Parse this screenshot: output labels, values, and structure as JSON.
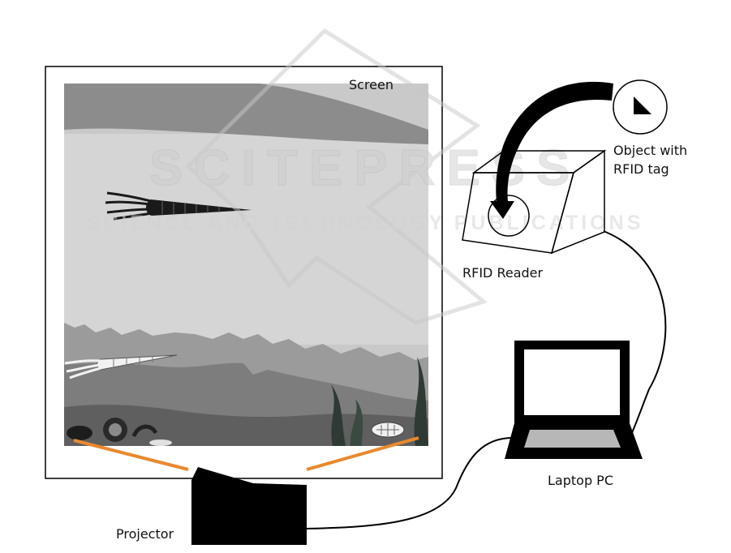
{
  "labels": {
    "screen": "Screen",
    "object_line1": "Object with",
    "object_line2": "RFID tag",
    "rfid_reader": "RFID Reader",
    "laptop": "Laptop PC",
    "projector": "Projector"
  },
  "watermark": {
    "brand": "SCITEPRESS",
    "tagline": "SCIENCE AND TECHNOLOGY PUBLICATIONS"
  },
  "colors": {
    "projection_beam": "#e8892f",
    "device_fill": "#000000",
    "laptop_screen": "#ffffff",
    "laptop_keyboard": "#b7b7b7",
    "watermark": "#dcdcdc"
  },
  "icons": {
    "rfid_tag": "triangle-icon"
  }
}
